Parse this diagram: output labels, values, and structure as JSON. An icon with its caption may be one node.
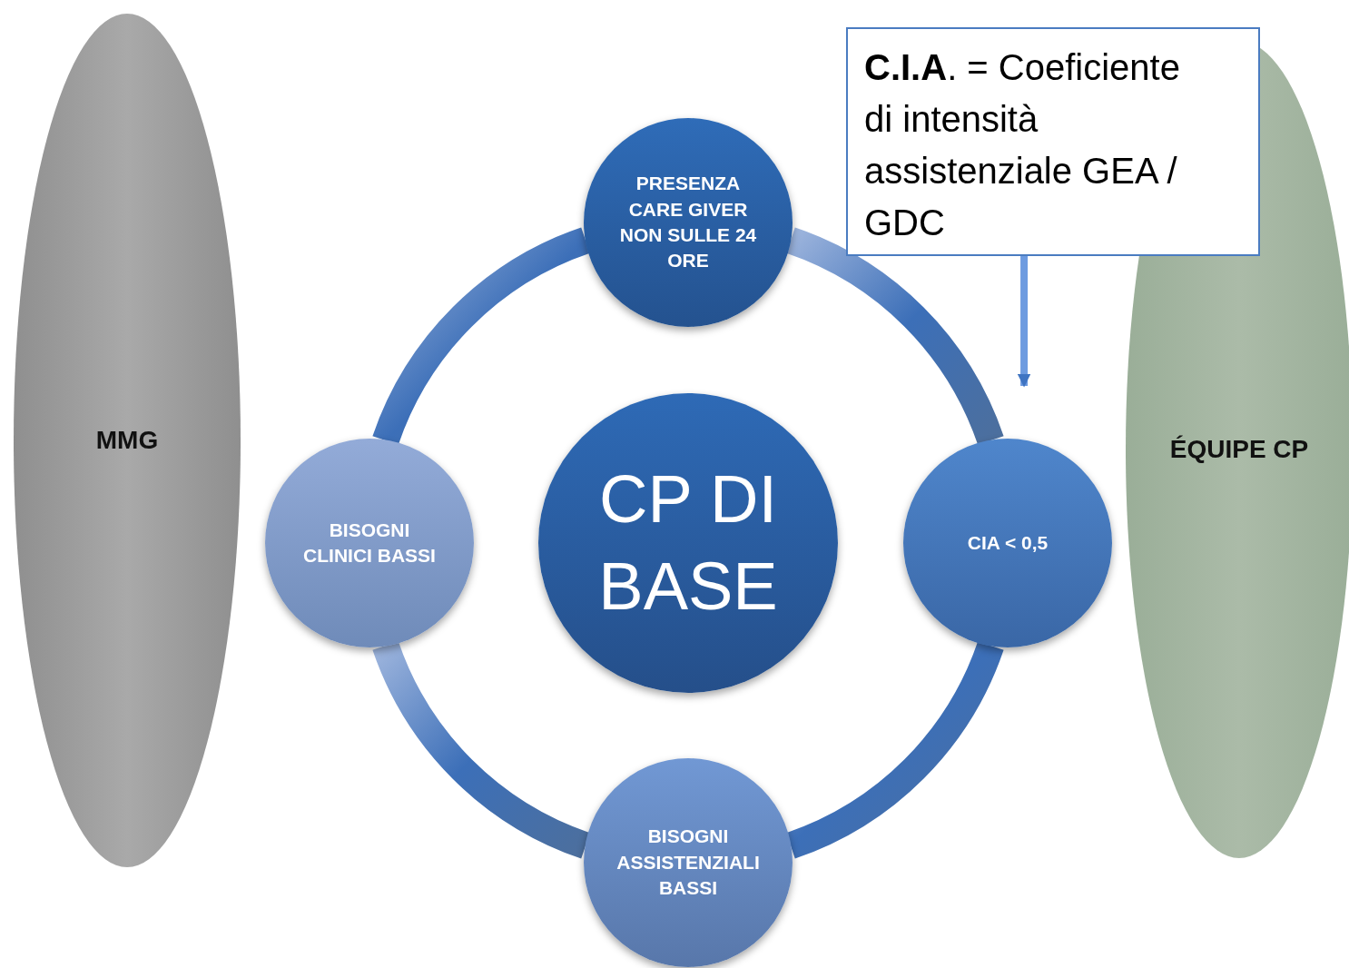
{
  "diagram": {
    "nodes": [
      {
        "text": [
          "MMG"
        ]
      },
      {
        "text": [
          "PRESENZA CARE GIVER NON SULLE 24 ORE"
        ]
      },
      {
        "text": [
          "**C.I.A**. = Coeficiente di intensità assistenziale GEA / GDC"
        ]
      },
      {
        "text": [
          "CP DI BASE"
        ]
      },
      {
        "text": [
          "BISOGNI CLINICI BASSI"
        ]
      },
      {
        "text": [
          "CIA < 0,5"
        ]
      },
      {
        "text": [
          "BISOGNI ASSISTENZIALI BASSI"
        ]
      },
      {
        "text": [
          "ÉQUIPE CP"
        ]
      }
    ],
    "edges": [
      {
        "from": 1,
        "to": 5,
        "arrow": "none"
      },
      {
        "from": 5,
        "to": 6,
        "arrow": "none"
      },
      {
        "from": 6,
        "to": 4,
        "arrow": "none"
      },
      {
        "from": 4,
        "to": 1,
        "arrow": "none"
      },
      {
        "from": 2,
        "to": 5,
        "arrow": "to"
      }
    ]
  }
}
